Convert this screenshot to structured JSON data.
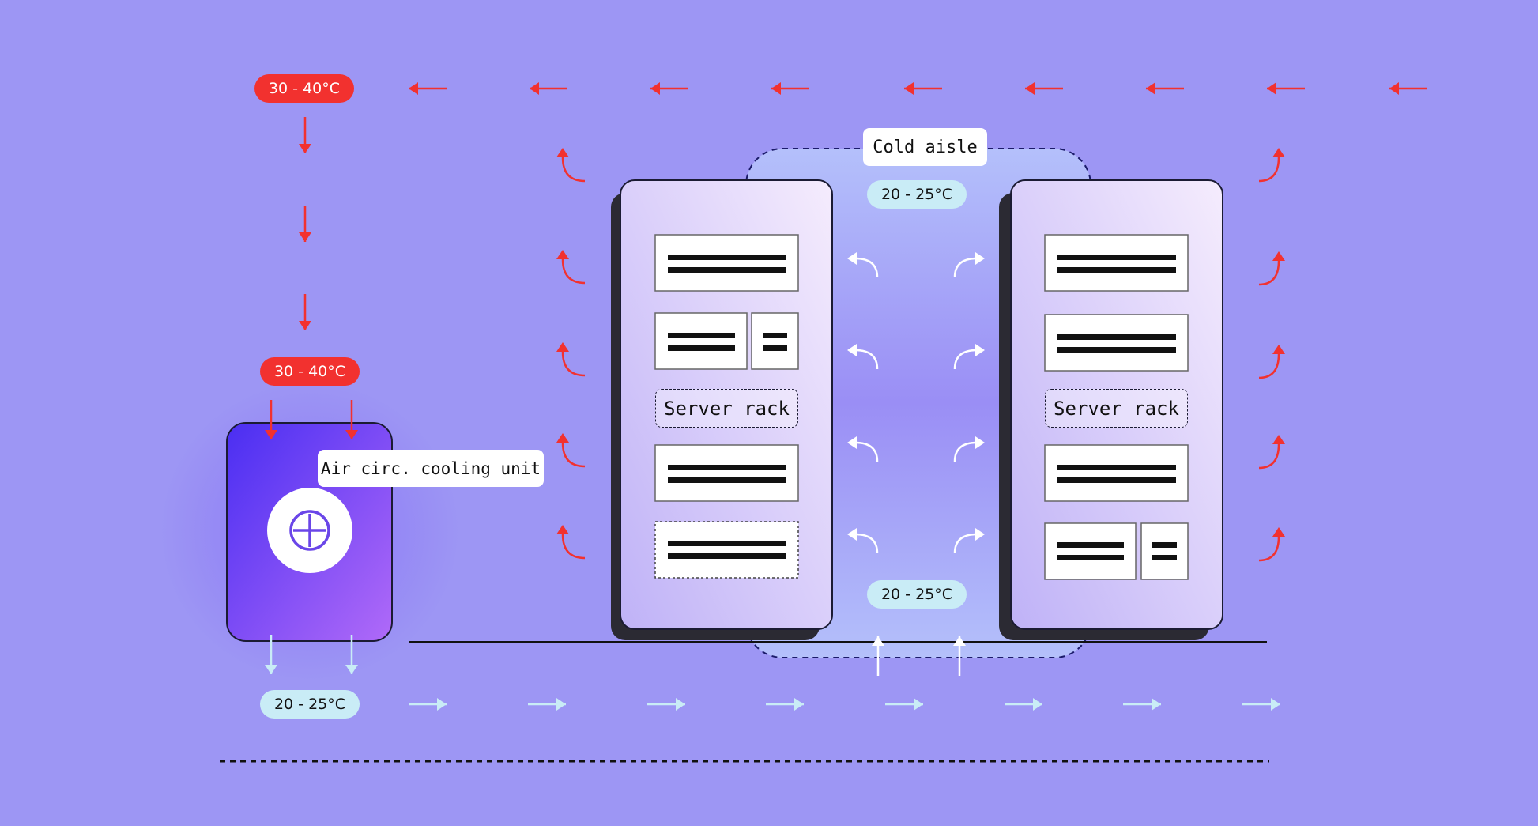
{
  "labels": {
    "cold_aisle": "Cold aisle",
    "cooling_unit": "Air circ. cooling unit",
    "server_rack_left": "Server rack",
    "server_rack_right": "Server rack"
  },
  "temperatures": {
    "hot_return_top": "30 - 40°C",
    "hot_intake_unit": "30 - 40°C",
    "cold_supply_unit": "20 - 25°C",
    "cold_aisle_top": "20 - 25°C",
    "cold_aisle_bottom": "20 - 25°C"
  },
  "colors": {
    "background": "#9d96f4",
    "hot_air": "#f2312f",
    "cold_air": "#c9ecf6",
    "cooling_unit_gradient_start": "#4a2ef2",
    "cooling_unit_gradient_end": "#b06af8",
    "rack_gradient_start": "#f3eafd",
    "rack_gradient_end": "#c4b8f8",
    "outline": "#1b1b33"
  },
  "icons": {
    "cooling_unit": "fan-crosshair-icon",
    "hot_airflow": "red-arrow-icon",
    "cold_airflow": "light-blue-arrow-icon"
  }
}
